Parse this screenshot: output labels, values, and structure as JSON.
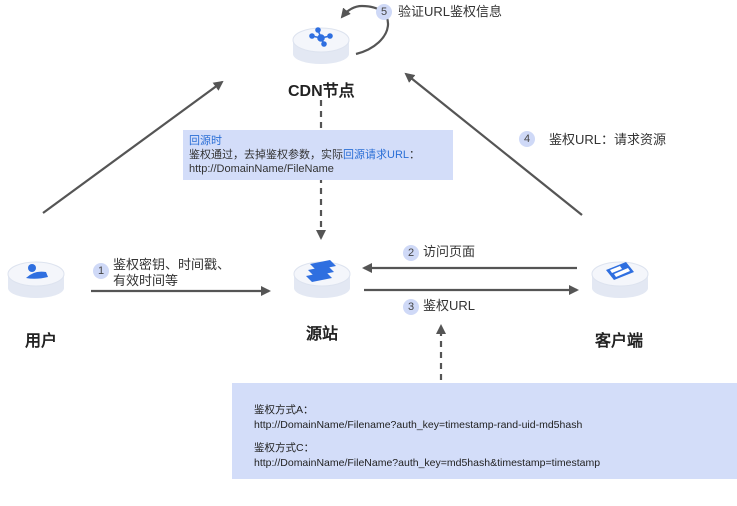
{
  "nodes": {
    "cdn": {
      "label": "CDN节点"
    },
    "user": {
      "label": "用户"
    },
    "origin": {
      "label": "源站"
    },
    "client": {
      "label": "客户端"
    }
  },
  "steps": [
    {
      "num": "1",
      "text_line1": "鉴权密钥、时间戳、",
      "text_line2": "有效时间等"
    },
    {
      "num": "2",
      "text": "访问页面"
    },
    {
      "num": "3",
      "text": "鉴权URL"
    },
    {
      "num": "4",
      "text": "鉴权URL：请求资源"
    },
    {
      "num": "5",
      "text": "验证URL鉴权信息"
    }
  ],
  "origin_note": {
    "title": "回源时",
    "line2_prefix": "鉴权通过，去掉鉴权参数，实际",
    "line2_highlight": "回源请求URL",
    "line2_suffix": "：",
    "line3": "http://DomainName/FileName"
  },
  "auth_methods": {
    "a_title": "鉴权方式A：",
    "a_url": "http://DomainName/Filename?auth_key=timestamp-rand-uid-md5hash",
    "c_title": "鉴权方式C：",
    "c_url": "http://DomainName/FileName?auth_key=md5hash&timestamp=timestamp"
  },
  "colors": {
    "arrow": "#555555",
    "note_bg": "#d3ddf9",
    "highlight": "#2b6fd6",
    "icon_blue": "#2f6fe0"
  }
}
